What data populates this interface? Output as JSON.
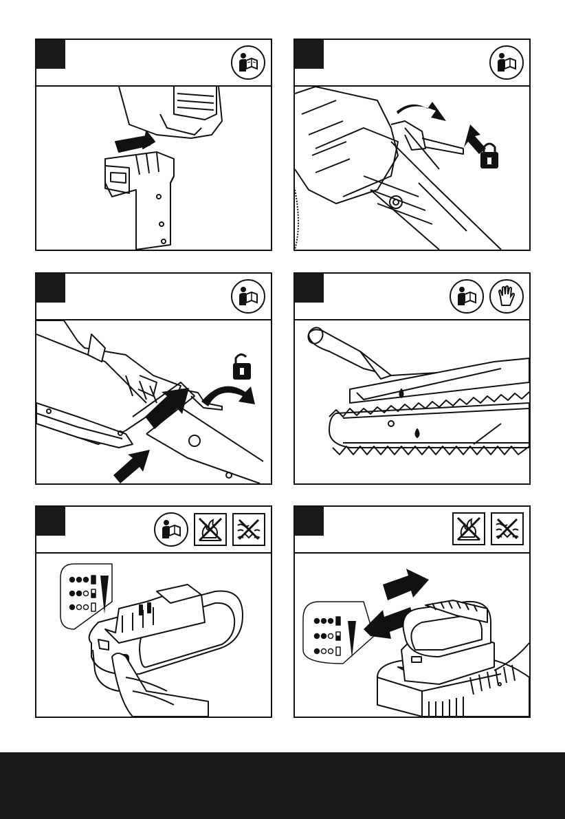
{
  "panels": [
    {
      "icons": [
        "read-manual-icon"
      ],
      "illustration": "battery-insert-into-tool"
    },
    {
      "icons": [
        "read-manual-icon"
      ],
      "illustration": "lever-lock"
    },
    {
      "icons": [
        "read-manual-icon"
      ],
      "illustration": "bar-attach-unlock"
    },
    {
      "icons": [
        "read-manual-icon",
        "wear-gloves-icon"
      ],
      "illustration": "oil-chain"
    },
    {
      "icons": [
        "read-manual-icon",
        "no-fire-icon",
        "no-water-icon"
      ],
      "illustration": "battery-charge-indicator"
    },
    {
      "icons": [
        "no-fire-icon",
        "no-water-icon"
      ],
      "illustration": "battery-on-charger"
    }
  ],
  "colors": {
    "stroke": "#111111",
    "footer": "#1c1c1c",
    "background": "#ffffff"
  }
}
